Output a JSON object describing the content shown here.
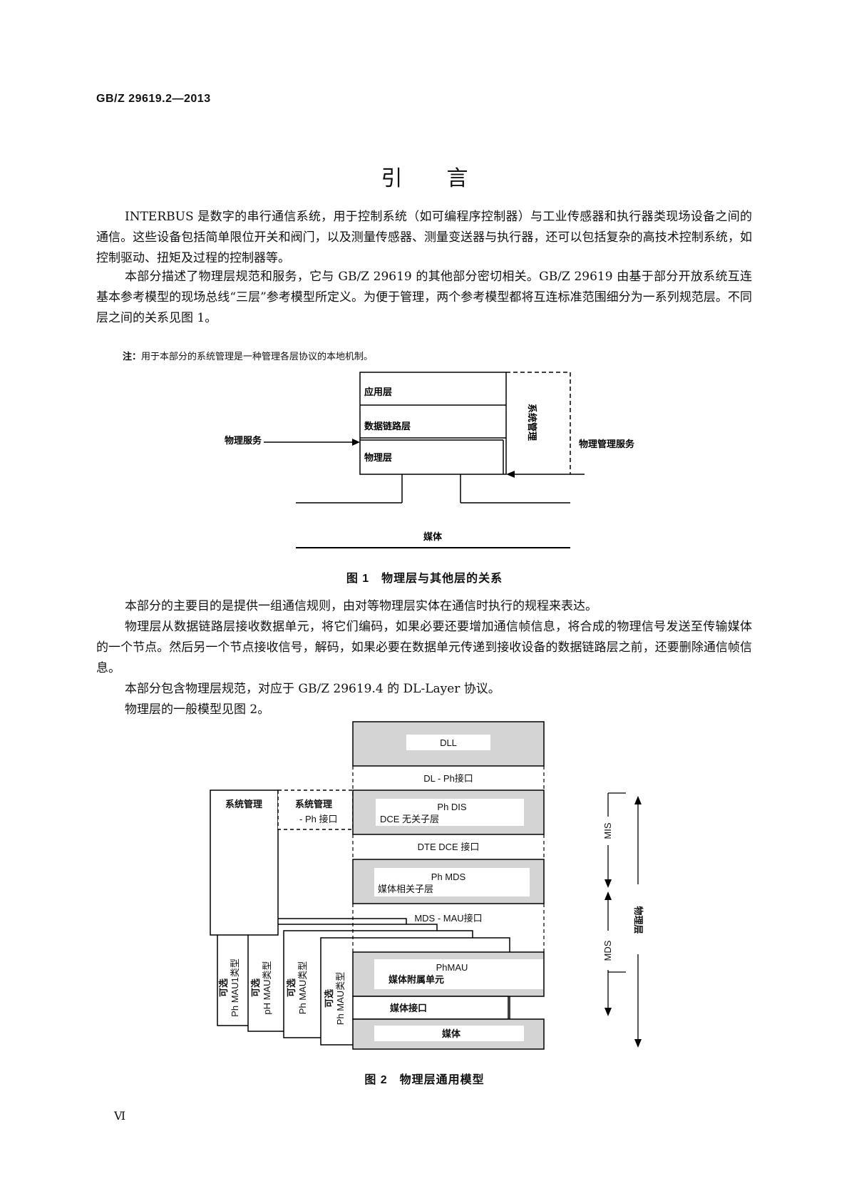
{
  "header": {
    "standard_number": "GB/Z 29619.2—2013"
  },
  "title": "引言",
  "paragraphs": {
    "p1": "INTERBUS 是数字的串行通信系统，用于控制系统（如可编程序控制器）与工业传感器和执行器类现场设备之间的通信。这些设备包括简单限位开关和阀门，以及测量传感器、测量变送器与执行器，还可以包括复杂的高技术控制系统，如控制驱动、扭矩及过程的控制器等。",
    "p2": "本部分描述了物理层规范和服务，它与 GB/Z 29619 的其他部分密切相关。GB/Z 29619 由基于部分开放系统互连基本参考模型的现场总线“三层”参考模型所定义。为便于管理，两个参考模型都将互连标准范围细分为一系列规范层。不同层之间的关系见图 1。",
    "p3": "本部分的主要目的是提供一组通信规则，由对等物理层实体在通信时执行的规程来表达。",
    "p4": "物理层从数据链路层接收数据单元，将它们编码，如果必要还要增加通信帧信息，将合成的物理信号发送至传输媒体的一个节点。然后另一个节点接收信号，解码，如果必要在数据单元传递到接收设备的数据链路层之前，还要删除通信帧信息。",
    "p5": "本部分包含物理层规范，对应于 GB/Z 29619.4 的 DL-Layer 协议。",
    "p6": "物理层的一般模型见图 2。"
  },
  "note": {
    "label": "注：",
    "text": "用于本部分的系统管理是一种管理各层协议的本地机制。"
  },
  "figure1": {
    "layer_app": "应用层",
    "layer_dll": "数据链路层",
    "layer_ph": "物理层",
    "ph_service": "物理服务",
    "sys_mgmt": "系统管理",
    "ph_mgmt_service": "物理管理服务",
    "medium": "媒体",
    "caption": "图 1　物理层与其他层的关系"
  },
  "figure2": {
    "dll": "DLL",
    "dl_ph_if": "DL - Ph接口",
    "sys_mgmt": "系统管理",
    "sys_mgmt_ph_if_1": "系统管理",
    "sys_mgmt_ph_if_2": "- Ph 接口",
    "ph_dis": "Ph DIS",
    "dce_sublayer": "DCE 无关子层",
    "dte_dce_if": "DTE DCE 接口",
    "ph_mds": "Ph MDS",
    "medium_dep_sublayer": "媒体相关子层",
    "mds_mau_if": "MDS - MAU接口",
    "ph_mau": "PhMAU",
    "mau_unit": "媒体附属单元",
    "medium_if": "媒体接口",
    "medium": "媒体",
    "optional": "可选",
    "mau_type_1": "Ph MAU1类型",
    "mau_type_2": "pH MAU类型",
    "mau_type_3": "Ph MAU类型",
    "mau_type_4": "Ph MAU类型",
    "mis": "MIS",
    "mds": "MDS",
    "phys_layer": "物理层",
    "caption": "图 2　物理层通用模型"
  },
  "footer": {
    "page_number": "Ⅵ"
  }
}
